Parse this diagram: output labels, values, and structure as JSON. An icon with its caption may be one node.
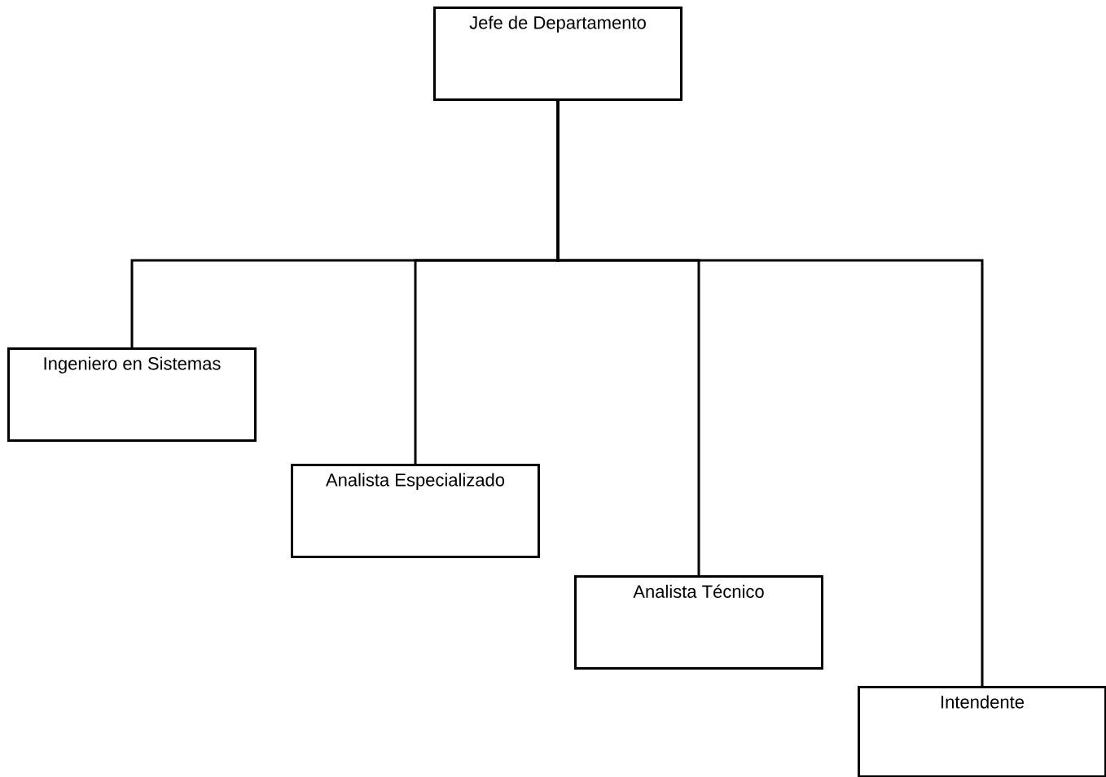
{
  "diagram": {
    "nodes": [
      {
        "text": [
          "Jefe de Departamento"
        ]
      },
      {
        "text": [
          "Ingeniero en Sistemas"
        ]
      },
      {
        "text": [
          "Analista Especializado"
        ]
      },
      {
        "text": [
          "Analista Técnico"
        ]
      },
      {
        "text": [
          "Intendente"
        ]
      }
    ],
    "edges": [
      {
        "from": 0,
        "to": 1,
        "arrow": "none"
      },
      {
        "from": 0,
        "to": 2,
        "arrow": "none"
      },
      {
        "from": 0,
        "to": 3,
        "arrow": "none"
      },
      {
        "from": 0,
        "to": 4,
        "arrow": "none"
      }
    ]
  }
}
